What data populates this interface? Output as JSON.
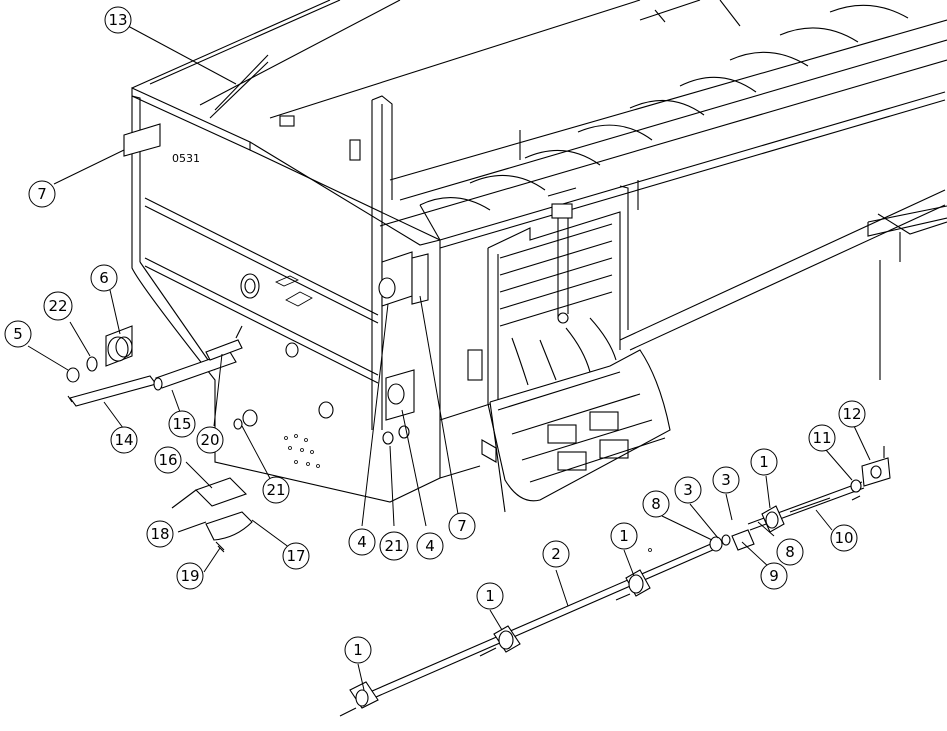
{
  "drawing": {
    "part_code": "0531"
  },
  "callouts": [
    {
      "id": "c13a",
      "label": "13"
    },
    {
      "id": "c7a",
      "label": "7"
    },
    {
      "id": "c6",
      "label": "6"
    },
    {
      "id": "c22",
      "label": "22"
    },
    {
      "id": "c5",
      "label": "5"
    },
    {
      "id": "c14",
      "label": "14"
    },
    {
      "id": "c15",
      "label": "15"
    },
    {
      "id": "c20",
      "label": "20"
    },
    {
      "id": "c16",
      "label": "16"
    },
    {
      "id": "c21a",
      "label": "21"
    },
    {
      "id": "c18",
      "label": "18"
    },
    {
      "id": "c17",
      "label": "17"
    },
    {
      "id": "c19",
      "label": "19"
    },
    {
      "id": "c4a",
      "label": "4"
    },
    {
      "id": "c21b",
      "label": "21"
    },
    {
      "id": "c4b",
      "label": "4"
    },
    {
      "id": "c7b",
      "label": "7"
    },
    {
      "id": "c1a",
      "label": "1"
    },
    {
      "id": "c2",
      "label": "2"
    },
    {
      "id": "c1b",
      "label": "1"
    },
    {
      "id": "c1c",
      "label": "1"
    },
    {
      "id": "c8a",
      "label": "8"
    },
    {
      "id": "c3a",
      "label": "3"
    },
    {
      "id": "c3b",
      "label": "3"
    },
    {
      "id": "c1d",
      "label": "1"
    },
    {
      "id": "c8b",
      "label": "8"
    },
    {
      "id": "c9",
      "label": "9"
    },
    {
      "id": "c11",
      "label": "11"
    },
    {
      "id": "c12",
      "label": "12"
    },
    {
      "id": "c10",
      "label": "10"
    }
  ]
}
